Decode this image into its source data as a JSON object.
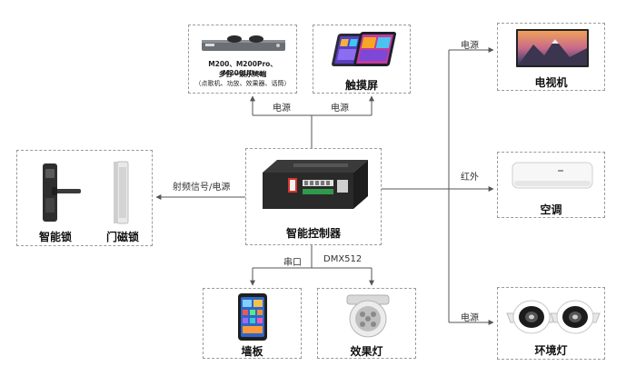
{
  "nodes": {
    "player": {
      "model": "M200、M200Pro、M200Ultra",
      "title": "多合一娱乐终端",
      "note": "（点歌机、功放、效果器、话筒）"
    },
    "touchscreen": {
      "label": "触摸屏"
    },
    "tv": {
      "label": "电视机"
    },
    "ac": {
      "label": "空调"
    },
    "ambient_light": {
      "label": "环境灯"
    },
    "controller": {
      "label": "智能控制器"
    },
    "smart_lock": {
      "label": "智能锁"
    },
    "magnetic_lock": {
      "label": "门磁锁"
    },
    "wall_panel": {
      "label": "墙板"
    },
    "effect_light": {
      "label": "效果灯"
    }
  },
  "edges": {
    "power_player": "电源",
    "power_touch": "电源",
    "power_tv": "电源",
    "infrared_ac": "红外",
    "power_ambient": "电源",
    "rf_lock": "射频信号/电源",
    "serial_panel": "串口",
    "dmx_light": "DMX512"
  },
  "colors": {
    "line": "#555555",
    "border": "#9a9a9a",
    "controller_red": "#d9342b",
    "terminal_green": "#2e9a4a"
  }
}
